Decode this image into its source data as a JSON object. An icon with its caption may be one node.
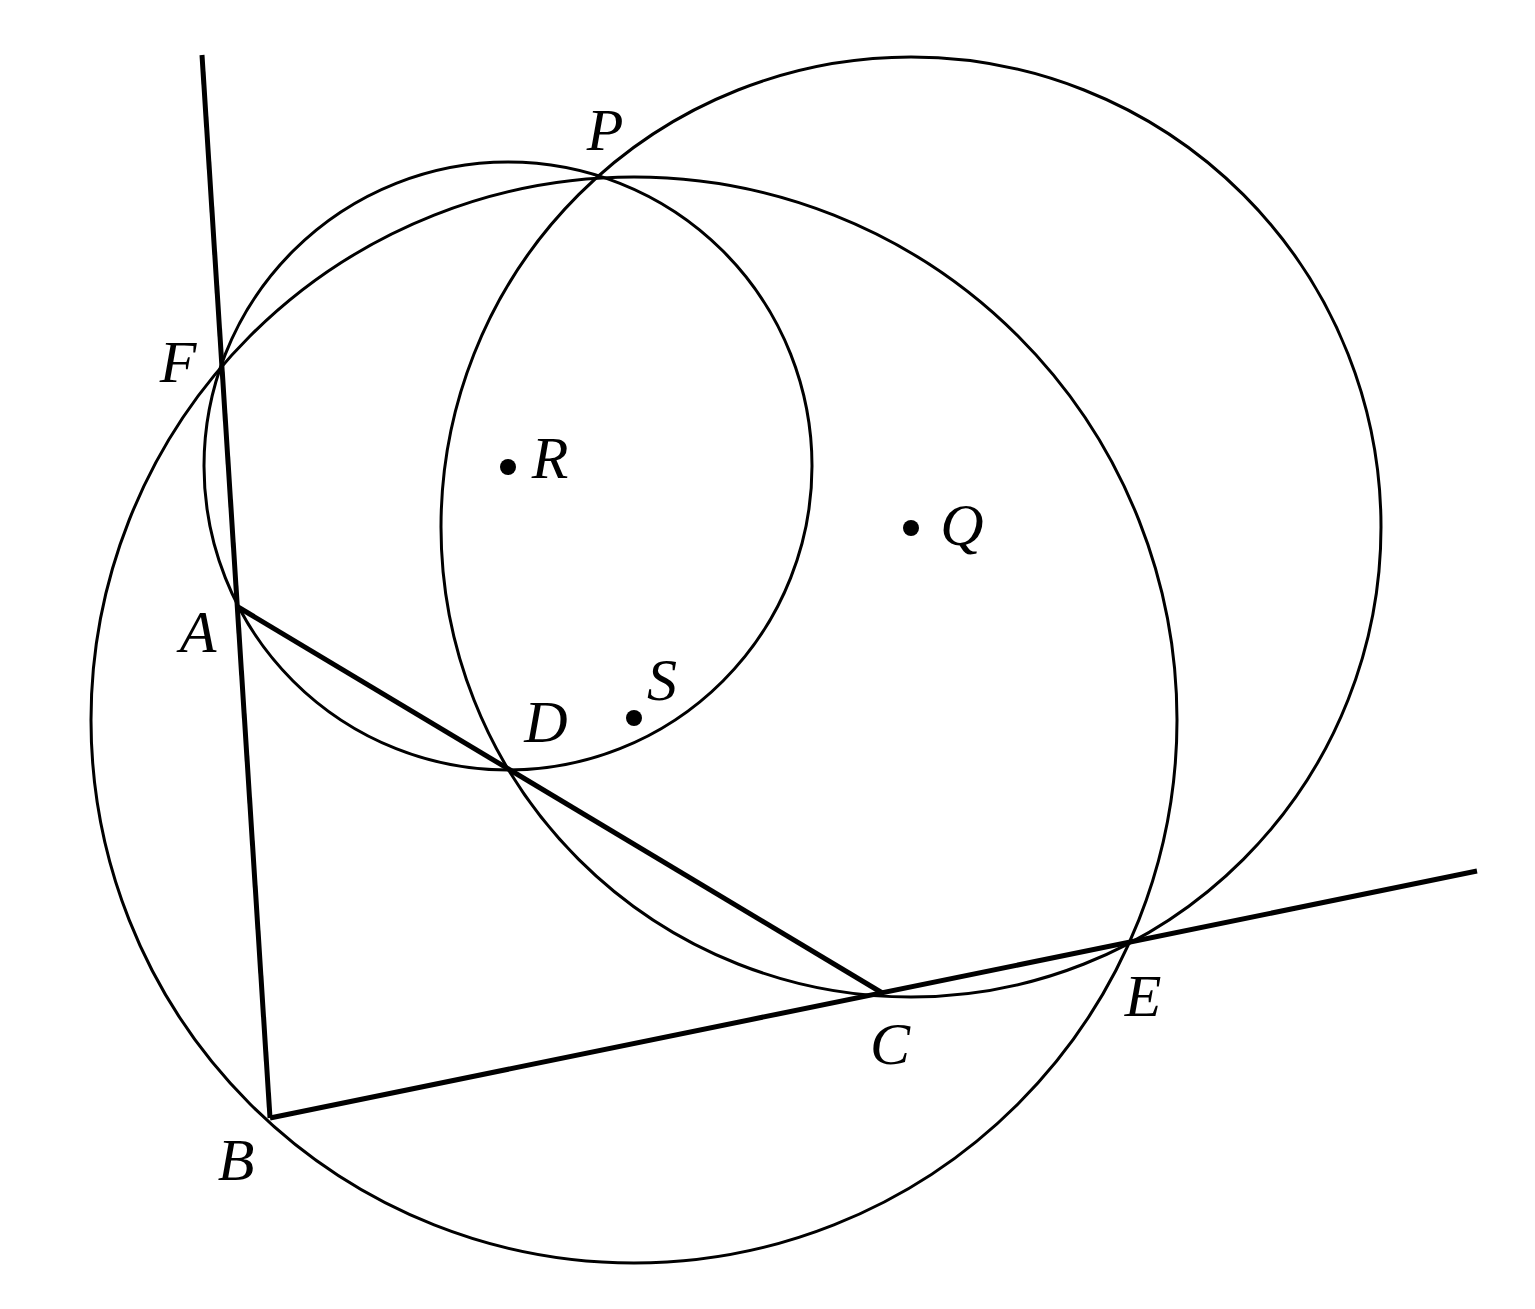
{
  "diagram": {
    "labels": [
      "P",
      "F",
      "R",
      "Q",
      "A",
      "S",
      "D",
      "C",
      "E",
      "B"
    ]
  }
}
